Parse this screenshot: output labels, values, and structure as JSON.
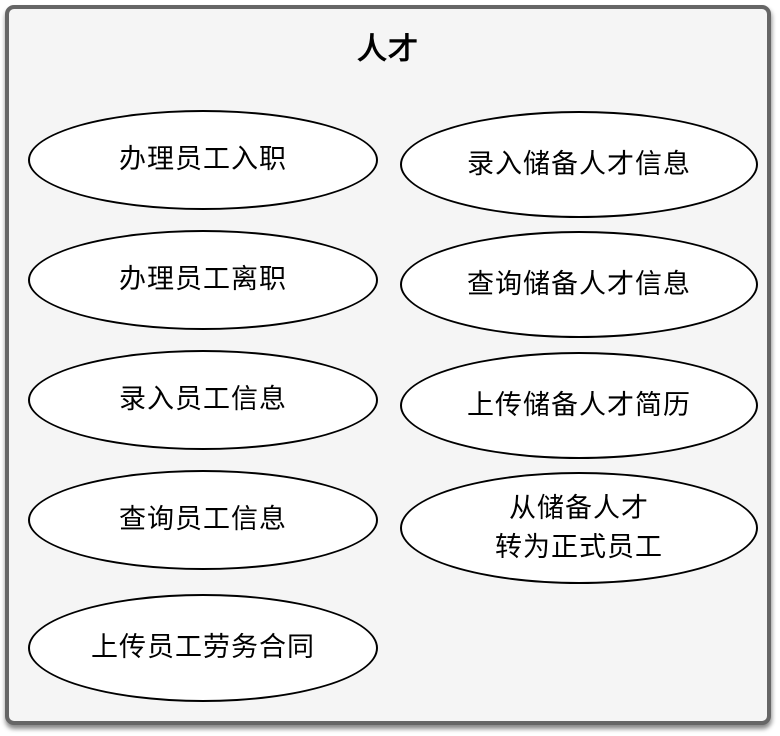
{
  "diagram": {
    "type": "use-case-diagram",
    "title": "人才",
    "colors": {
      "canvas_background": "#ffffff",
      "frame_fill": "#f5f5f5",
      "frame_border": "#666666",
      "ellipse_fill": "#ffffff",
      "ellipse_stroke": "#000000",
      "text": "#000000"
    },
    "use_cases": {
      "left": [
        "办理员工入职",
        "办理员工离职",
        "录入员工信息",
        "查询员工信息",
        "上传员工劳务合同"
      ],
      "right": [
        "录入储备人才信息",
        "查询储备人才信息",
        "上传储备人才简历",
        "从储备人才\n转为正式员工"
      ]
    }
  }
}
